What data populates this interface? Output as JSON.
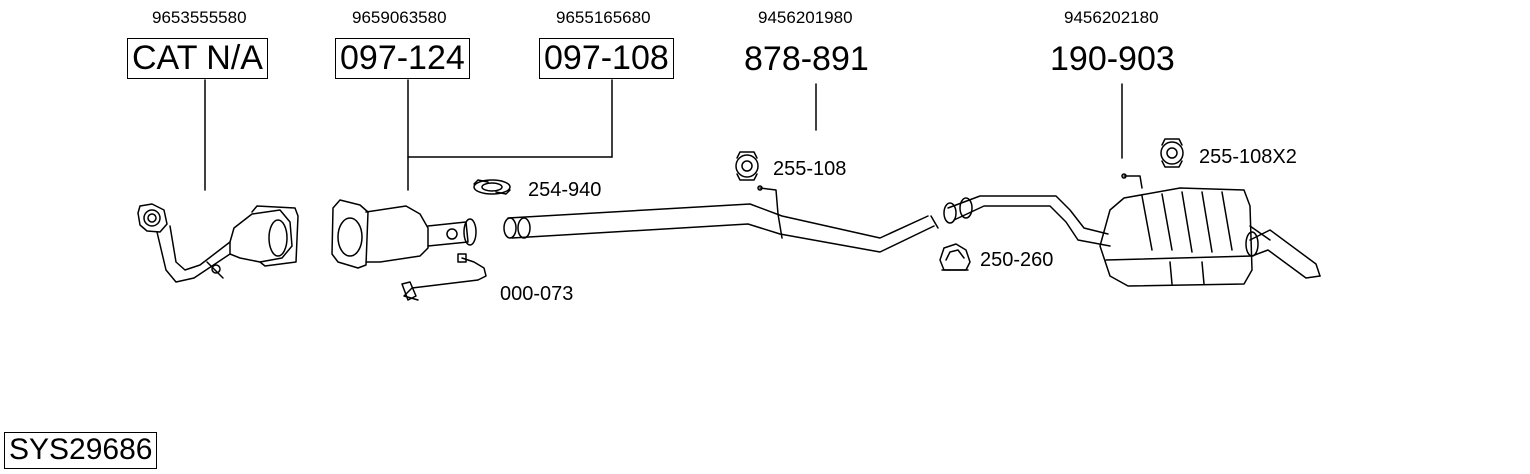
{
  "parts": [
    {
      "oem": "9653555580",
      "part_no": "CAT N/A",
      "boxed": true
    },
    {
      "oem": "9659063580",
      "part_no": "097-124",
      "boxed": true
    },
    {
      "oem": "9655165680",
      "part_no": "097-108",
      "boxed": true
    },
    {
      "oem": "9456201980",
      "part_no": "878-891",
      "boxed": false
    },
    {
      "oem": "9456202180",
      "part_no": "190-903",
      "boxed": false
    }
  ],
  "accessories": [
    {
      "label": "254-940"
    },
    {
      "label": "255-108"
    },
    {
      "label": "000-073"
    },
    {
      "label": "250-260"
    },
    {
      "label": "255-108X2"
    }
  ],
  "system_code": "SYS29686"
}
